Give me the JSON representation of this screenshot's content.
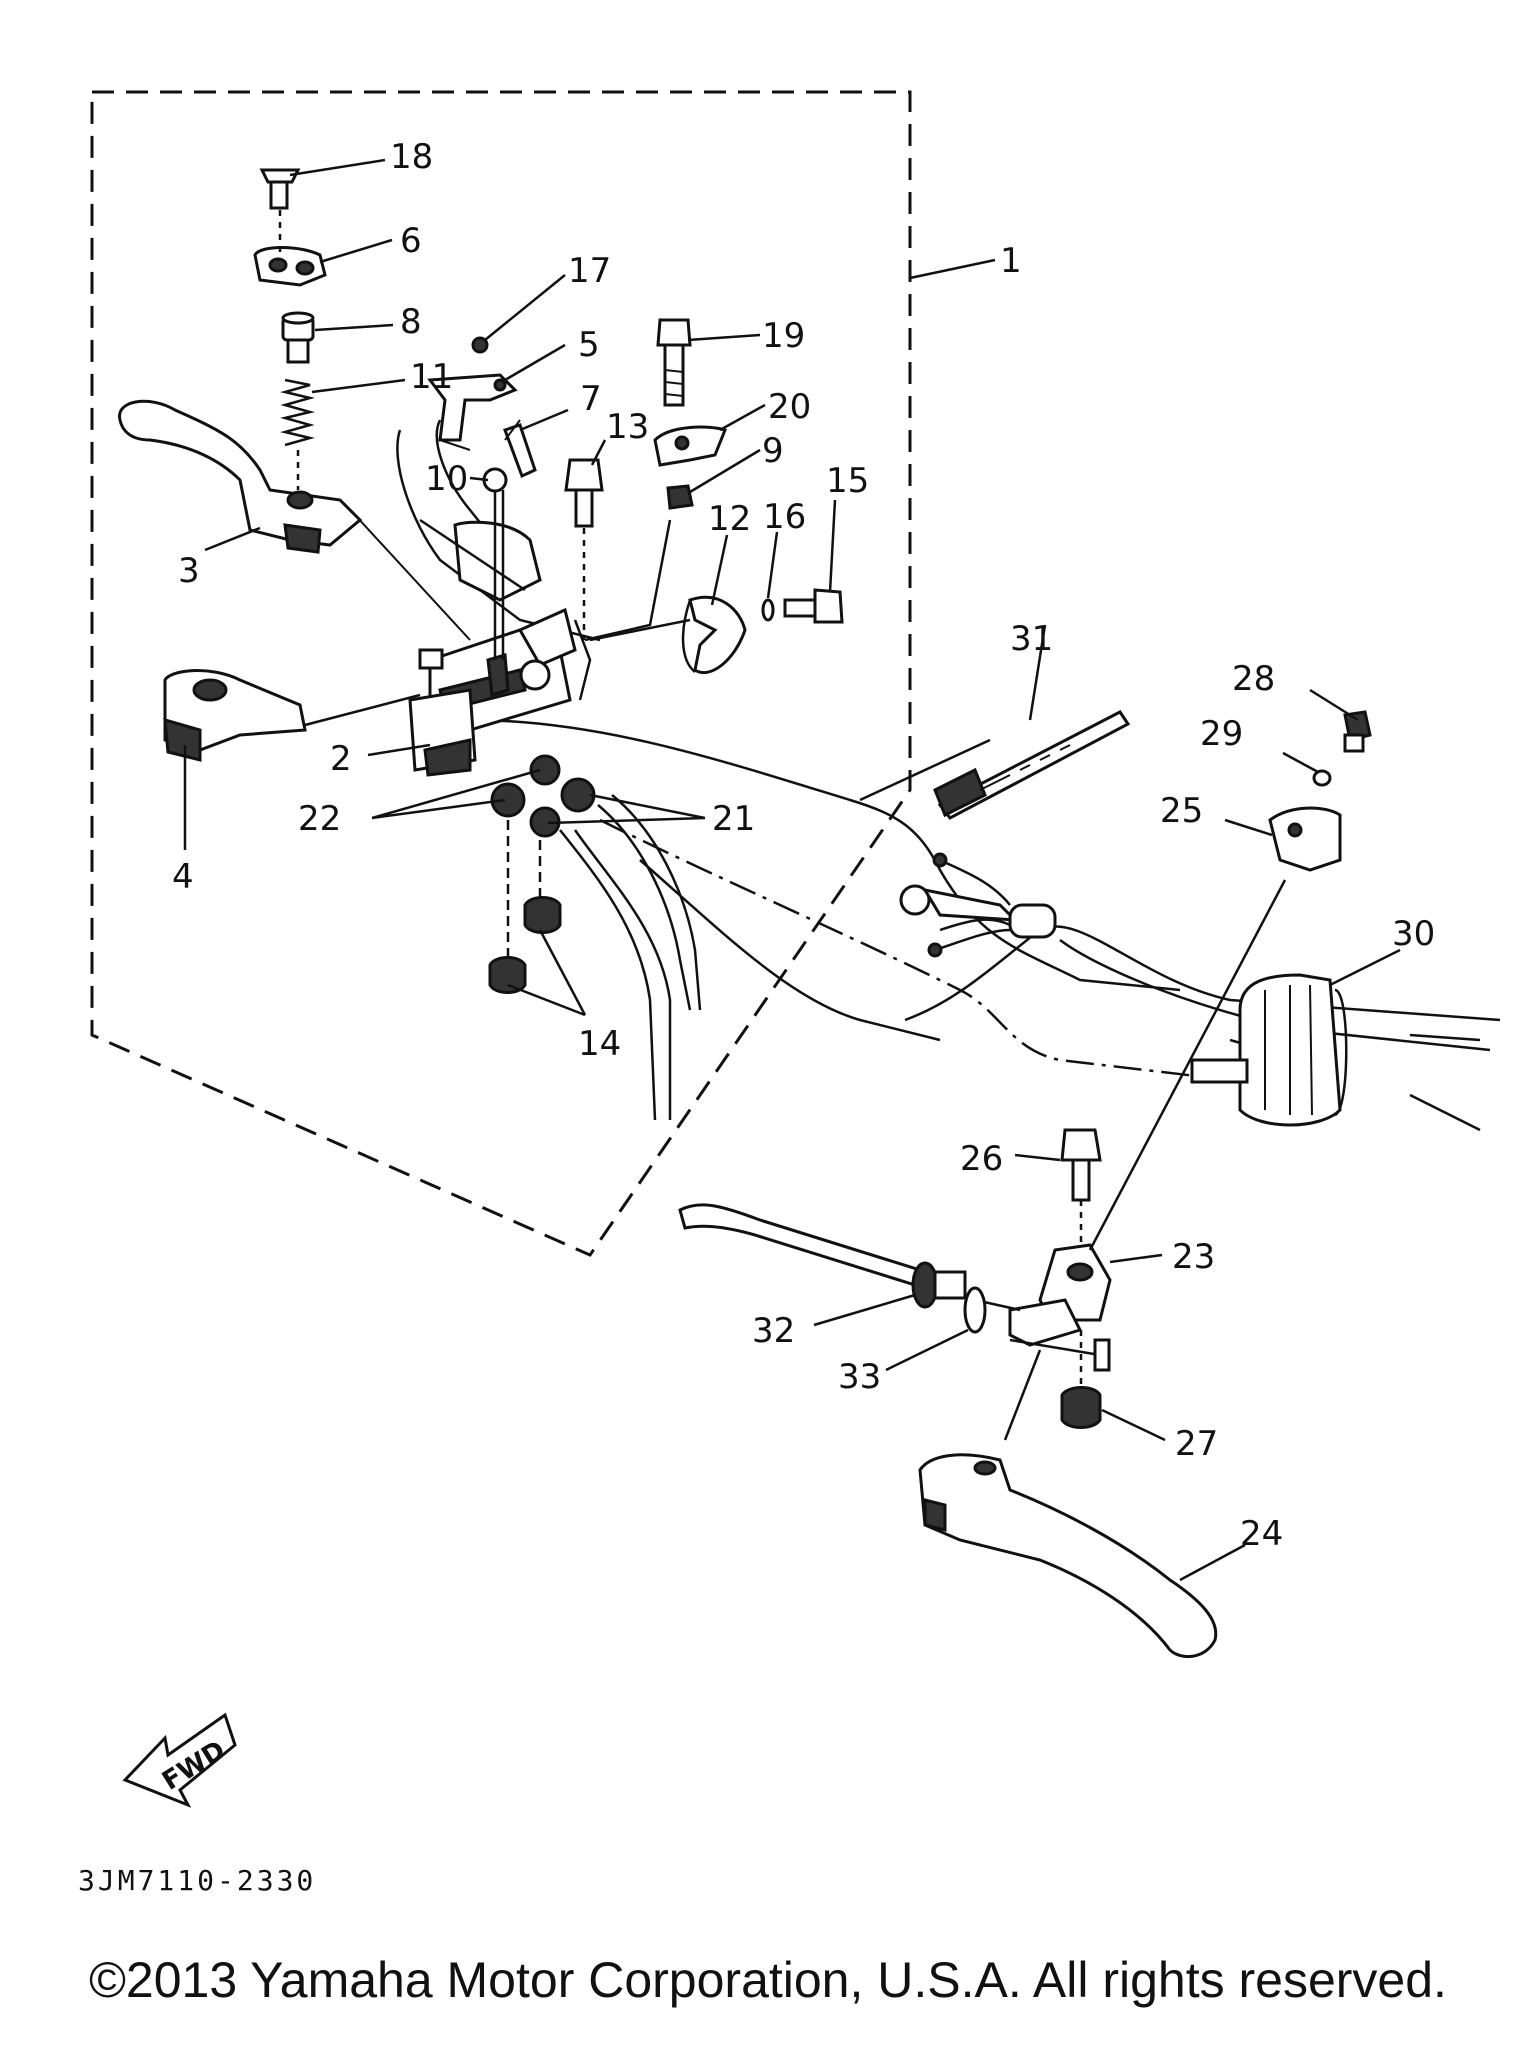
{
  "callouts": {
    "c1": "1",
    "c2": "2",
    "c3": "3",
    "c4": "4",
    "c5": "5",
    "c6": "6",
    "c7": "7",
    "c8": "8",
    "c9": "9",
    "c10": "10",
    "c11": "11",
    "c12": "12",
    "c13": "13",
    "c14": "14",
    "c15": "15",
    "c16": "16",
    "c17": "17",
    "c18": "18",
    "c19": "19",
    "c20": "20",
    "c21": "21",
    "c22": "22",
    "c23": "23",
    "c24": "24",
    "c25": "25",
    "c26": "26",
    "c27": "27",
    "c28": "28",
    "c29": "29",
    "c30": "30",
    "c31": "31",
    "c32": "32",
    "c33": "33"
  },
  "fwd_label": "FWD",
  "diagram_code": "3JM7110-2330",
  "copyright": "©2013 Yamaha Motor Corporation, U.S.A. All rights reserved."
}
